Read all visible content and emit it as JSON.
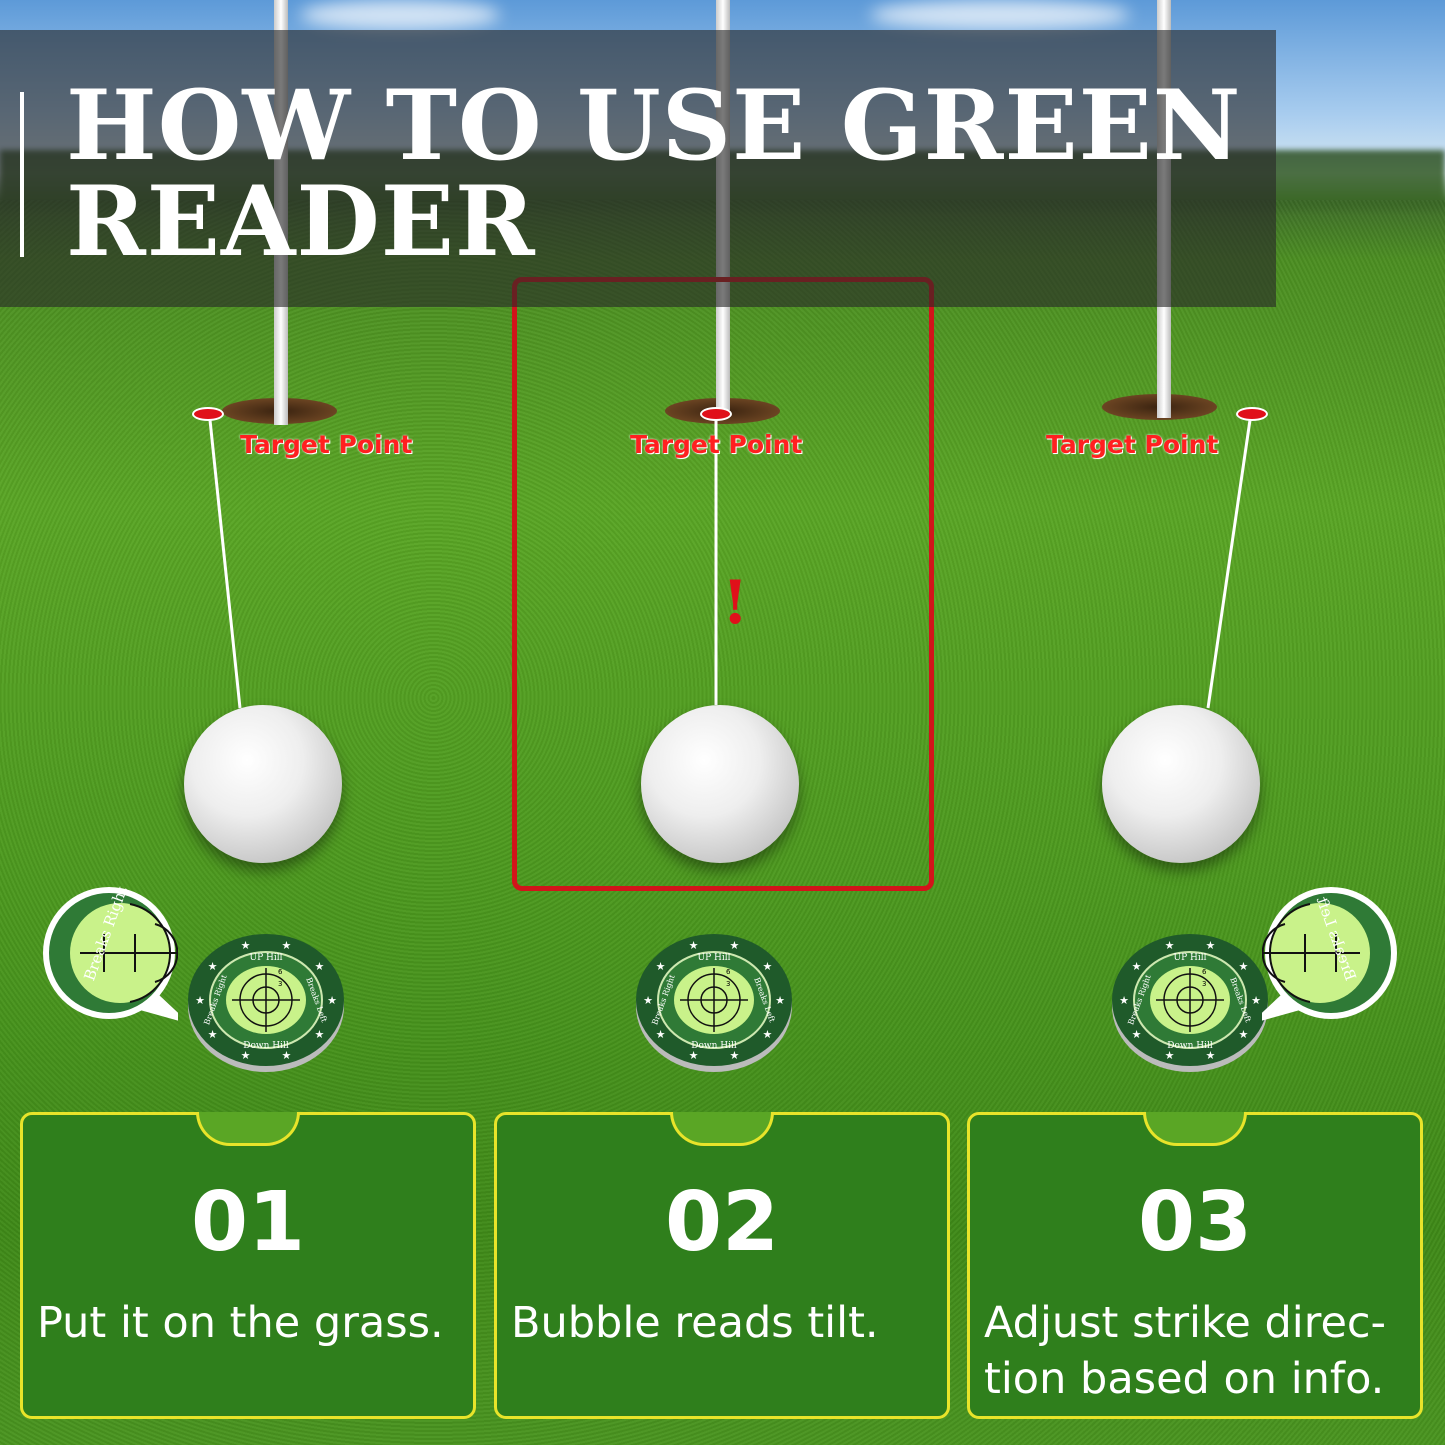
{
  "title": "HOW TO USE GREENREADER",
  "target_label": "Target Point",
  "alert_mark": "!",
  "marker": {
    "top": "UP Hill",
    "bottom": "Down Hill",
    "left": "Breaks Right",
    "right": "Breaks Left",
    "ticks": [
      "3",
      "6"
    ],
    "zoom_label_left": "Breaks Right",
    "zoom_label_right": "Breaks Left"
  },
  "colors": {
    "panel": "#2f7f1c",
    "panel_border": "#e8e42a",
    "highlight": "#d2141a",
    "marker_dark": "#1f5a2a",
    "bubble": "#c9f28a"
  },
  "steps": [
    {
      "number": "01",
      "text": "Put it on the grass."
    },
    {
      "number": "02",
      "text": "Bubble reads tilt."
    },
    {
      "number": "03",
      "text": "Adjust strike direc-tion based on info."
    }
  ]
}
